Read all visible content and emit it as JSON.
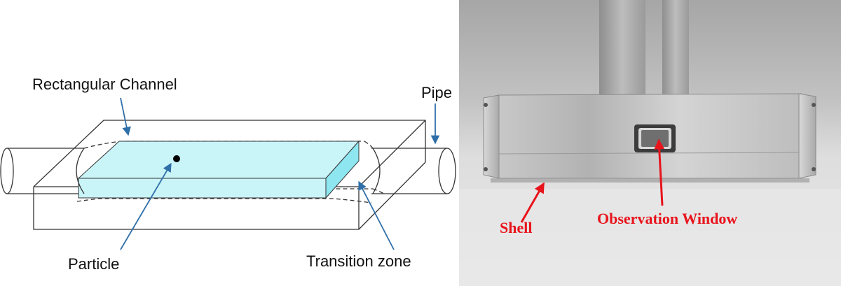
{
  "diagram": {
    "labels": {
      "rectangular_channel": "Rectangular Channel",
      "pipe": "Pipe",
      "particle": "Particle",
      "transition_zone": "Transition zone"
    }
  },
  "photo": {
    "labels": {
      "shell": "Shell",
      "observation_window": "Observation Window"
    }
  },
  "colors": {
    "stroke": "#333333",
    "channel_fill": "#c9f4f8",
    "channel_side": "#8ee6f0",
    "leader_blue": "#2f6fa8",
    "annotation_red": "#e8141c"
  }
}
